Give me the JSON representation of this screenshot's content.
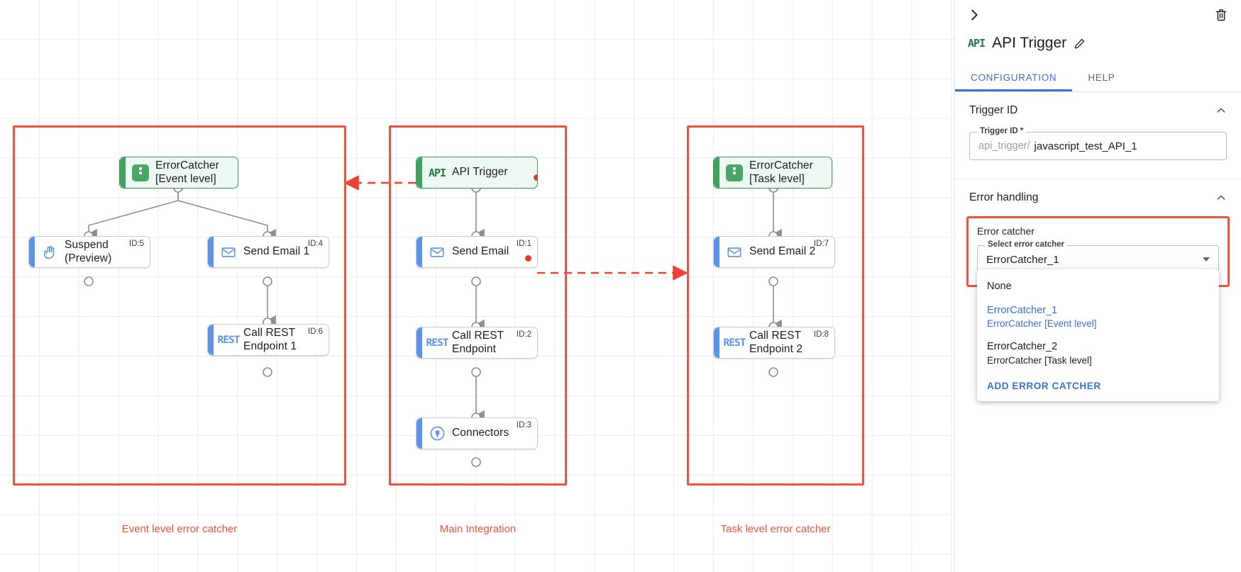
{
  "canvas": {
    "groups": [
      {
        "id": "event-level",
        "label": "Event level error catcher"
      },
      {
        "id": "main-integration",
        "label": "Main Integration"
      },
      {
        "id": "task-level",
        "label": "Task level error catcher"
      }
    ],
    "nodes": [
      {
        "key": "errorcatcher_event",
        "label": "ErrorCatcher\n[Event level]",
        "icon": "error-catcher-icon",
        "id_badge": "",
        "variant": "green"
      },
      {
        "key": "suspend",
        "label": "Suspend\n(Preview)",
        "icon": "hand-icon",
        "id_badge": "ID:5",
        "variant": "blue"
      },
      {
        "key": "send_email_1",
        "label": "Send Email 1",
        "icon": "envelope-icon",
        "id_badge": "ID:4",
        "variant": "blue"
      },
      {
        "key": "call_rest_1",
        "label": "Call REST\nEndpoint 1",
        "icon": "rest-icon",
        "id_badge": "ID:6",
        "variant": "blue"
      },
      {
        "key": "api_trigger",
        "label": "API Trigger",
        "icon": "api-icon",
        "id_badge": "",
        "variant": "green"
      },
      {
        "key": "send_email",
        "label": "Send Email",
        "icon": "envelope-icon",
        "id_badge": "ID:1",
        "variant": "blue"
      },
      {
        "key": "call_rest",
        "label": "Call REST\nEndpoint",
        "icon": "rest-icon",
        "id_badge": "ID:2",
        "variant": "blue"
      },
      {
        "key": "connectors",
        "label": "Connectors",
        "icon": "connectors-icon",
        "id_badge": "ID:3",
        "variant": "blue"
      },
      {
        "key": "errorcatcher_task",
        "label": "ErrorCatcher\n[Task level]",
        "icon": "error-catcher-icon",
        "id_badge": "",
        "variant": "green"
      },
      {
        "key": "send_email_2",
        "label": "Send Email 2",
        "icon": "envelope-icon",
        "id_badge": "ID:7",
        "variant": "blue"
      },
      {
        "key": "call_rest_2",
        "label": "Call REST\nEndpoint 2",
        "icon": "rest-icon",
        "id_badge": "ID:8",
        "variant": "blue"
      }
    ],
    "colors": {
      "group_frame": "#f4513b",
      "error_link": "#ea4335",
      "node_accent_blue": "#5b93e8",
      "node_accent_green": "#43a15f",
      "grid": "#ececec"
    }
  },
  "panel": {
    "collapse_icon": "chevron-right-icon",
    "delete_icon": "trash-icon",
    "badge": "API",
    "title": "API Trigger",
    "edit_icon": "pencil-icon",
    "tabs": [
      {
        "key": "configuration",
        "label": "CONFIGURATION",
        "active": true
      },
      {
        "key": "help",
        "label": "HELP",
        "active": false
      }
    ],
    "sections": {
      "trigger_id": {
        "title": "Trigger ID",
        "field_legend": "Trigger ID *",
        "prefix": "api_trigger/",
        "value": "javascript_test_API_1"
      },
      "error_handling": {
        "title": "Error handling",
        "error_catcher_label": "Error catcher",
        "select_legend": "Select error catcher",
        "selected": "ErrorCatcher_1",
        "options": [
          {
            "primary": "None",
            "secondary": "",
            "selected": false
          },
          {
            "primary": "ErrorCatcher_1",
            "secondary": "ErrorCatcher [Event level]",
            "selected": true
          },
          {
            "primary": "ErrorCatcher_2",
            "secondary": "ErrorCatcher [Task level]",
            "selected": false
          }
        ],
        "add_label": "ADD ERROR CATCHER"
      }
    },
    "accent_color": "#3a6fd8"
  }
}
